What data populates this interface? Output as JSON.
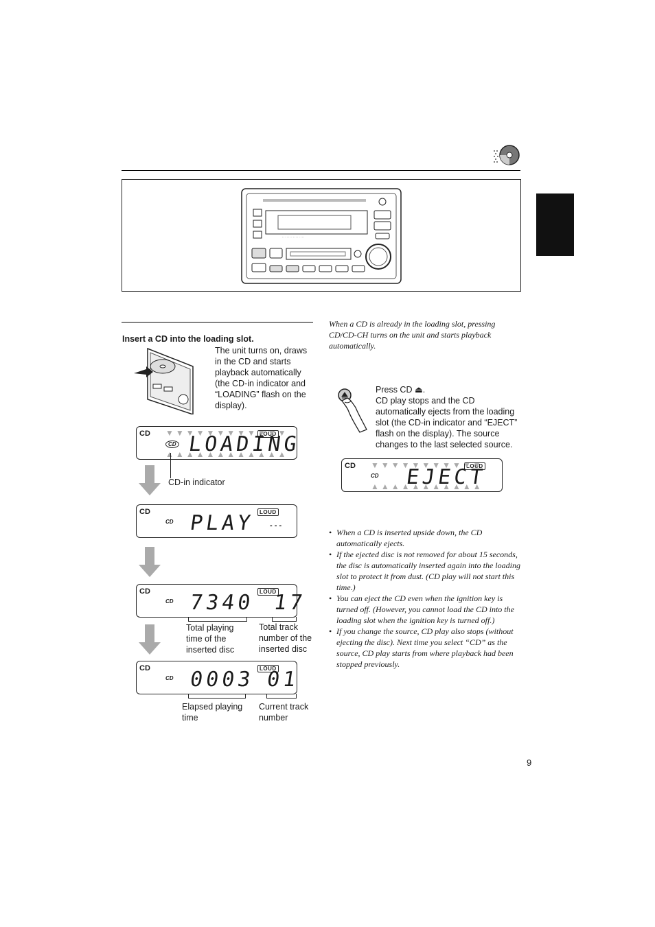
{
  "header": {
    "icon": "cd-icon"
  },
  "section": {
    "heading": "Insert a CD into the loading slot.",
    "step_text": "The unit turns on, draws in the CD and starts playback automatically (the CD-in indicator and “LOADING” flash on the display).",
    "note_intro": "When a CD is already in the loading slot, pressing CD/CD-CH turns on the unit and starts playback automatically."
  },
  "displays": {
    "cd_label": "CD",
    "loud_label": "LOUD",
    "cdin_symbol": "CD",
    "loading": "LOADING",
    "play": "PLAY",
    "play_dots": "- - -",
    "total_time": "7340",
    "total_tracks": "17",
    "elapsed": "0003",
    "current_track": "01",
    "eject": "EJECT"
  },
  "callouts": {
    "cdin_indicator": "CD-in indicator",
    "total_time": "Total playing time of the inserted disc",
    "total_tracks": "Total track number of the inserted disc",
    "elapsed": "Elapsed playing time",
    "current_track": "Current track number"
  },
  "eject": {
    "press": "Press CD ⏏.",
    "text": "CD play stops and the CD automatically ejects from the loading slot (the CD-in indicator and “EJECT” flash on the display). The source changes to the last selected source."
  },
  "notes": [
    "When a CD is inserted upside down, the CD automatically ejects.",
    "If the ejected disc is not removed for about 15 seconds, the disc is automatically inserted again into the loading slot to protect it from dust. (CD play will not start this time.)",
    "You can eject the CD even when the ignition key is turned off. (However, you cannot load the CD into the loading slot when the ignition key is turned off.)",
    "If you change the source, CD play also stops (without ejecting the disc). Next time you select “CD” as the source, CD play starts from where playback had been stopped previously."
  ],
  "page_number": "9"
}
